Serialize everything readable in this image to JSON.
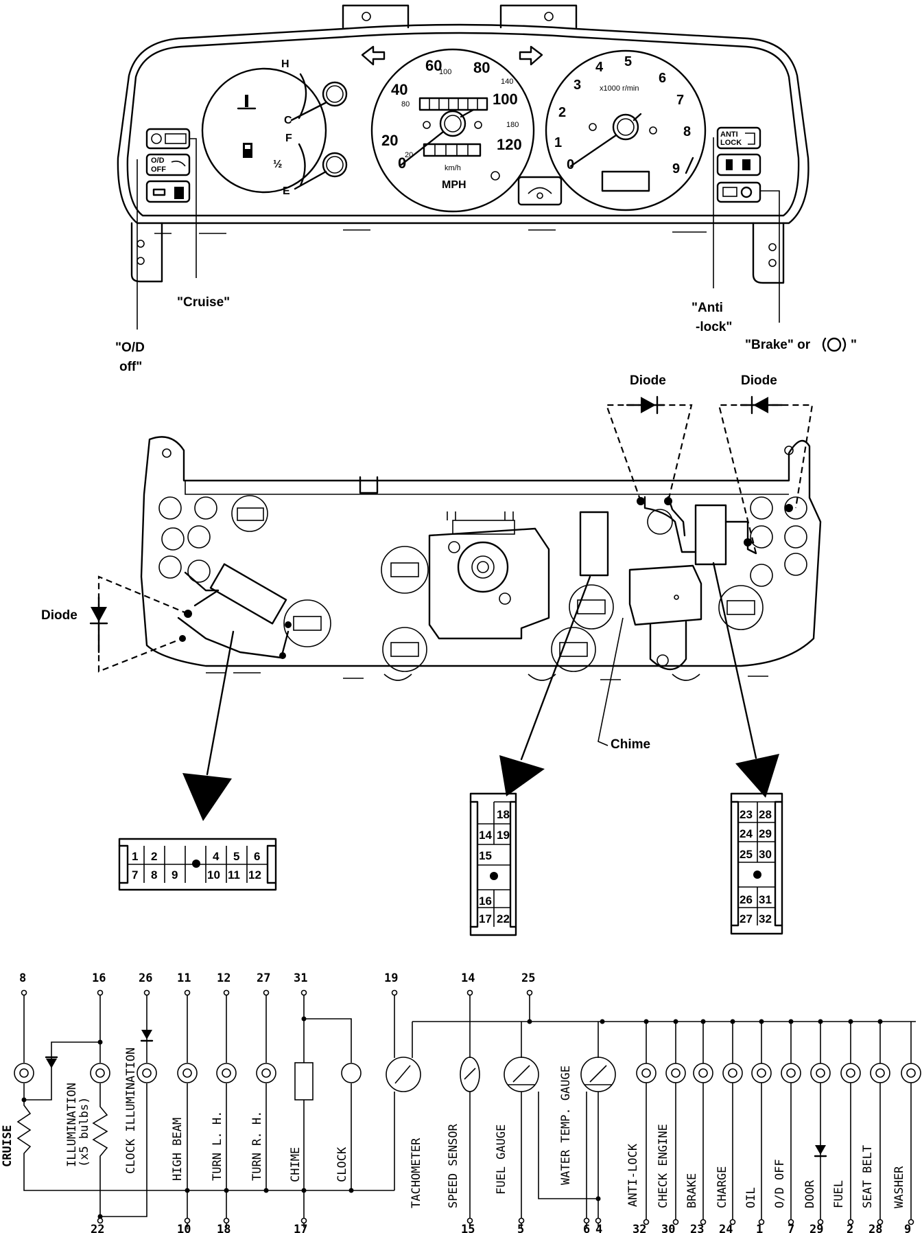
{
  "callouts": {
    "cruise": "\"Cruise\"",
    "od_off_1": "\"O/D",
    "od_off_2": "off\"",
    "antilock_1": "\"Anti",
    "antilock_2": "-lock\"",
    "brake": "\"Brake\" or",
    "brake_end": "\""
  },
  "back_labels": {
    "diode_top_left": "Diode",
    "diode_top_right": "Diode",
    "diode_left": "Diode",
    "chime": "Chime"
  },
  "gauges": {
    "temp_hot": "H",
    "temp_cold": "C",
    "fuel_full": "F",
    "fuel_half": "½",
    "fuel_empty": "E",
    "speed_ticks": [
      "0",
      "20",
      "40",
      "60",
      "80",
      "100",
      "120"
    ],
    "speed_kmh_ticks": [
      "20",
      "80",
      "100",
      "140",
      "180"
    ],
    "speed_unit": "MPH",
    "speed_unit_kmh": "km/h",
    "tach_ticks": [
      "0",
      "1",
      "2",
      "3",
      "4",
      "5",
      "6",
      "7",
      "8",
      "9"
    ],
    "tach_unit": "x1000 r/min",
    "warning_antilock_1": "ANTI",
    "warning_antilock_2": "LOCK",
    "warning_od_1": "O/D",
    "warning_od_2": "OFF"
  },
  "connectors": {
    "left": {
      "top": [
        "1",
        "2",
        "",
        "4",
        "5",
        "6"
      ],
      "bottom": [
        "7",
        "8",
        "9",
        "10",
        "11",
        "12"
      ]
    },
    "middle": [
      [
        "",
        "18"
      ],
      [
        "14",
        "19"
      ],
      [
        "15",
        ""
      ],
      [
        "16",
        ""
      ],
      [
        "17",
        "22"
      ]
    ],
    "right": [
      [
        "23",
        "28"
      ],
      [
        "24",
        "29"
      ],
      [
        "25",
        "30"
      ],
      [
        "26",
        "31"
      ],
      [
        "27",
        "32"
      ]
    ]
  },
  "schematic": {
    "top_pins": [
      "8",
      "16",
      "26",
      "11",
      "12",
      "27",
      "31",
      "19",
      "14",
      "25"
    ],
    "bottom_pins": [
      "22",
      "10",
      "18",
      "17",
      "15",
      "5",
      "6",
      "4",
      "32",
      "30",
      "23",
      "24",
      "1",
      "7",
      "29",
      "2",
      "28",
      "9"
    ],
    "labels": [
      "CRUISE",
      "ILLUMINATION",
      "(x5 bulbs)",
      "CLOCK ILLUMINATION",
      "HIGH BEAM",
      "TURN L. H.",
      "TURN R. H.",
      "CHIME",
      "CLOCK",
      "TACHOMETER",
      "SPEED SENSOR",
      "FUEL GAUGE",
      "WATER TEMP. GAUGE",
      "ANTI-LOCK",
      "CHECK ENGINE",
      "BRAKE",
      "CHARGE",
      "OIL",
      "O/D OFF",
      "DOOR",
      "FUEL",
      "SEAT BELT",
      "WASHER"
    ]
  }
}
